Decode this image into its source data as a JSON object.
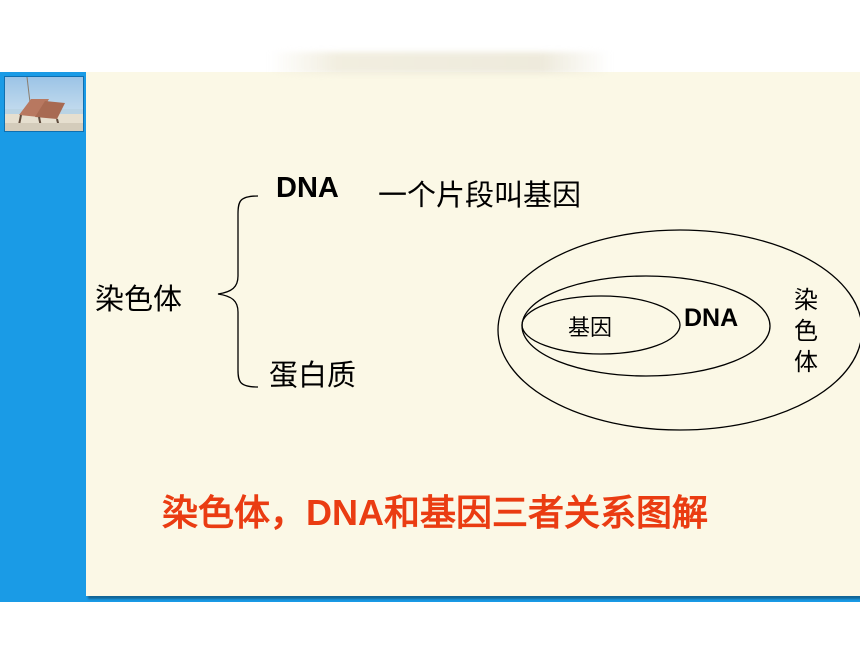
{
  "diagram": {
    "chromosome_label": "染色体",
    "dna_label": "DNA",
    "gene_fragment_label": "一个片段叫基因",
    "protein_label": "蛋白质",
    "venn": {
      "gene": "基因",
      "dna": "DNA",
      "chromosome": "染色体"
    }
  },
  "caption": {
    "part1": "染色体，",
    "part2": "DNA",
    "part3": "和基因三者关系图解"
  },
  "colors": {
    "frame": "#1a9be6",
    "panel": "#fbf8e6",
    "caption": "#ea3c12"
  }
}
